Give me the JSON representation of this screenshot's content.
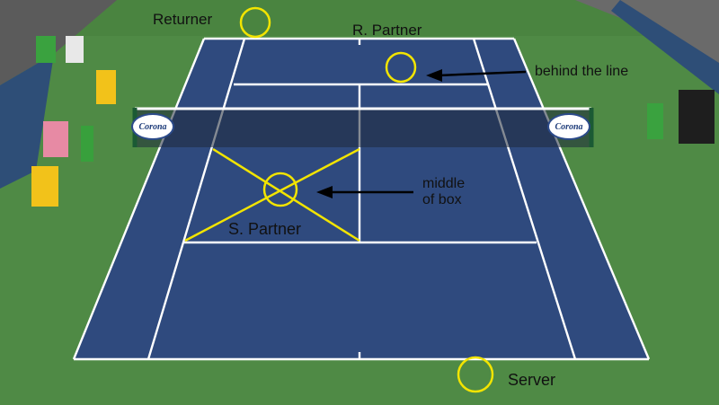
{
  "image": {
    "description_labels": {
      "returner": "Returner",
      "receiver_partner": "R. Partner",
      "behind_line": "behind the line",
      "middle_of_box_line1": "middle",
      "middle_of_box_line2": "of box",
      "server_partner": "S. Partner",
      "server": "Server"
    },
    "sponsor": {
      "left": "Corona",
      "right": "Corona"
    },
    "colors": {
      "court_blue": "#2f4a7e",
      "surround_green": "#4f8a45",
      "court_lines": "#ffffff",
      "marker_yellow": "#f2e400",
      "arrow_black": "#000000"
    },
    "icons": [
      "player-position-circle",
      "arrow-left-icon",
      "x-cross-marker"
    ]
  }
}
